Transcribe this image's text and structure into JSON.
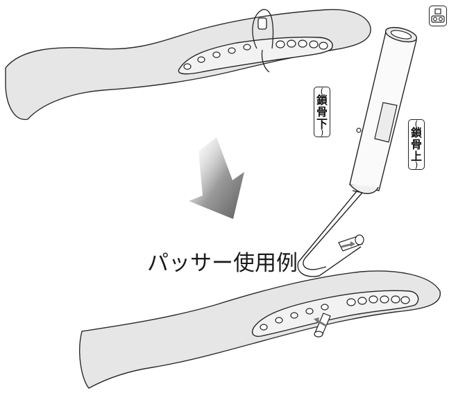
{
  "caption": "パッサー使用例",
  "labels": {
    "infraclavicular": [
      "(",
      "鎖",
      "骨",
      "下",
      ")"
    ],
    "supraclavicular": [
      "(",
      "鎖",
      "骨",
      "上",
      ")"
    ]
  },
  "icons": {
    "corner": "plate-holes-icon",
    "direction": "down-arrow-icon",
    "passer": "passer-instrument-icon"
  },
  "colors": {
    "bone_fill": "#e6e6e6",
    "outline": "#222222",
    "arrow_gray": "#6e6e6e"
  }
}
